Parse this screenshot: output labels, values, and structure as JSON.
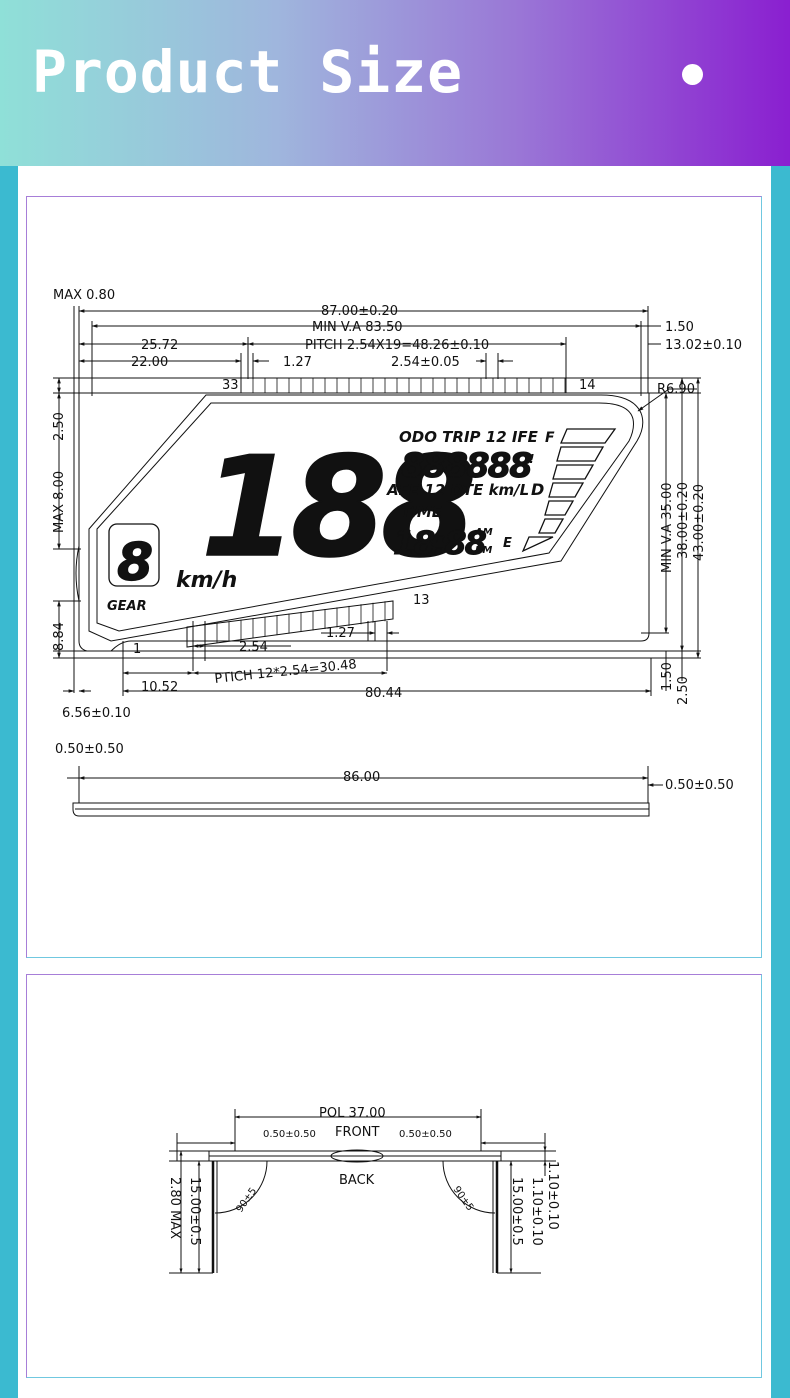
{
  "header": {
    "title": "Product Size"
  },
  "colors": {
    "header_start": "#8fe0d8",
    "header_end": "#8a1fd0",
    "side_bar": "#3bbad0",
    "line": "#111111"
  },
  "top_drawing": {
    "dims": {
      "max_080": "MAX 0.80",
      "overall": "87.00±0.20",
      "min_va": "MIN V.A 83.50",
      "d_2572": "25.72",
      "pitch_top": "PITCH 2.54X19=48.26±0.10",
      "d_2200": "22.00",
      "d_127_top": "1.27",
      "d_254_005": "2.54±0.05",
      "r_150": "1.50",
      "r_1302": "13.02±0.10",
      "r_690": "R6.90",
      "l_250": "2.50",
      "l_max800": "MAX 8.00",
      "l_884": "8.84",
      "v_min_va": "MIN V.A 35.00",
      "v_3800": "38.00±0.20",
      "v_4300": "43.00±0.20",
      "b_254": "2.54",
      "b_127": "1.27",
      "b_1052": "10.52",
      "b_ptich": "PTICH 12*2.54=30.48",
      "b_8044": "80.44",
      "b_656": "6.56±0.10",
      "b_150": "1.50",
      "b_250": "2.50"
    },
    "pins": {
      "p33": "33",
      "p14": "14",
      "p13": "13",
      "p1": "1"
    },
    "lcd": {
      "speed": "188",
      "unit": "km/h",
      "gear_label": "GEAR",
      "gear_digit": "8",
      "odo_row": "ODO TRIP 12 IFE",
      "fuel_f": "F",
      "fuel_e": "E",
      "odo_digits": "888888",
      "afe_row": "AFE 12 DTE  km/L",
      "d_icon": "D",
      "time_label": "TIME",
      "clock": "18:88",
      "am": "AM",
      "pm": "PM"
    }
  },
  "side_drawing": {
    "left_dim": "0.50±0.50",
    "length": "86.00",
    "right_dim": "0.50±0.50"
  },
  "bottom_drawing": {
    "pol": "POL 37.00",
    "front": "FRONT",
    "back": "BACK",
    "left_tol": "0.50±0.50",
    "right_tol": "0.50±0.50",
    "max_280": "2.80 MAX",
    "pin_left": "15.00±0.5",
    "pin_right": "15.00±0.5",
    "angle_left": "90±5",
    "angle_right": "90±5",
    "d_110_a": "1.10±0.10",
    "d_110_b": "1.10±0.10"
  }
}
